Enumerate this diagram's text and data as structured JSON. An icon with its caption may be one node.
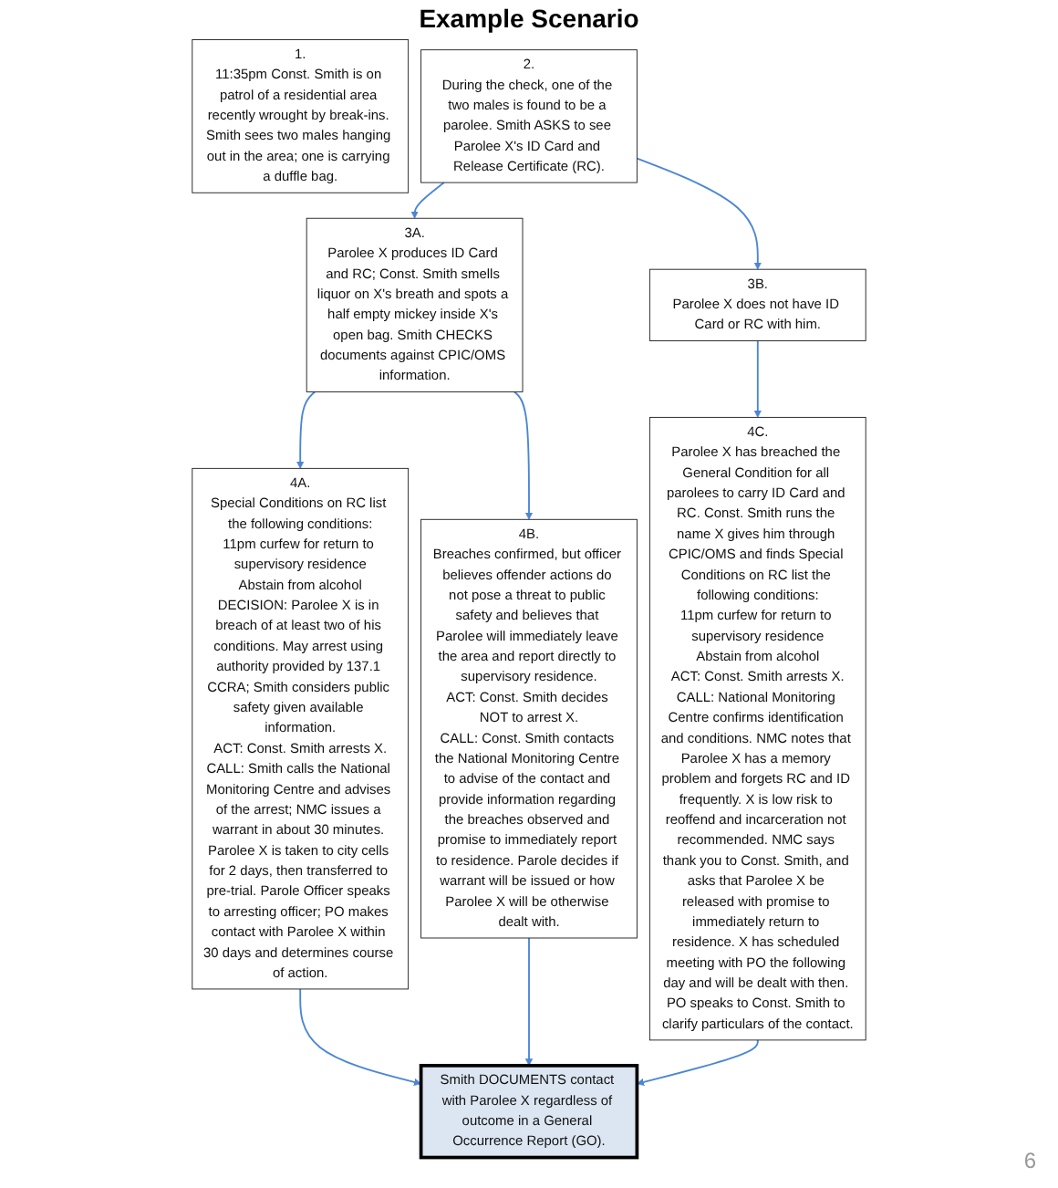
{
  "diagram": {
    "title": "Example Scenario",
    "nodes": [
      {
        "text": [
          "1.",
          "11:35pm Const. Smith is on patrol of a residential area recently wrought by break-ins. Smith sees two males hanging out in the area; one is carrying a duffle bag."
        ]
      },
      {
        "text": [
          "2.",
          "During the check, one of the two males is found to be a parolee. Smith ASKS to see Parolee X's ID Card and Release Certificate (RC)."
        ]
      },
      {
        "text": [
          "3A.",
          "Parolee X produces ID Card and RC; Const. Smith smells liquor on X's breath and spots a half empty mickey inside X's open bag. Smith CHECKS documents against CPIC/OMS information."
        ]
      },
      {
        "text": [
          "3B.",
          "Parolee X does not have ID Card or RC with him."
        ]
      },
      {
        "text": [
          "4A.",
          "Special Conditions on RC list the following conditions:",
          "11pm curfew for return to supervisory residence",
          "Abstain from alcohol",
          "DECISION: Parolee X is in breach of at least two of his conditions. May arrest using authority provided by 137.1 CCRA; Smith considers public safety given available information.",
          "ACT: Const. Smith arrests X.",
          "CALL: Smith calls the National Monitoring Centre and advises of the arrest; NMC issues a warrant in about 30 minutes. Parolee X is taken to city cells for 2 days, then transferred to pre-trial. Parole Officer speaks to arresting officer; PO makes contact with Parolee X within 30 days and determines course of action."
        ]
      },
      {
        "text": [
          "4B.",
          "Breaches confirmed, but officer believes offender actions do not pose a threat to public safety and believes that Parolee will immediately leave the area and report directly to supervisory residence.",
          "ACT: Const. Smith decides NOT to arrest X.",
          "CALL: Const. Smith contacts the National Monitoring Centre to advise of the contact and provide information regarding the breaches observed and promise to immediately report to residence. Parole decides if warrant will be issued or how Parolee X will be otherwise dealt with."
        ]
      },
      {
        "text": [
          "4C.",
          "Parolee X has breached the General Condition for all parolees to carry ID Card and RC. Const. Smith runs the name X gives him through CPIC/OMS and finds Special Conditions on RC list the following conditions:",
          "11pm curfew for return to supervisory residence",
          "Abstain from alcohol",
          "ACT: Const. Smith arrests X.",
          "CALL: National Monitoring Centre confirms identification and conditions. NMC notes that Parolee X has a memory problem and forgets RC and ID frequently. X is low risk to reoffend and incarceration not recommended. NMC says thank you to Const. Smith, and asks that Parolee X be released with promise to immediately return to residence. X has scheduled meeting with PO the following day and will be dealt with then. PO speaks to Const. Smith to clarify particulars of the contact."
        ]
      },
      {
        "text": [
          "Smith DOCUMENTS contact with Parolee X regardless of outcome in a General Occurrence Report (GO)."
        ]
      }
    ],
    "edges": [
      {
        "from": 1,
        "to": 2,
        "arrow": "to"
      },
      {
        "from": 1,
        "to": 3,
        "arrow": "to"
      },
      {
        "from": 2,
        "to": 4,
        "arrow": "to"
      },
      {
        "from": 2,
        "to": 5,
        "arrow": "to"
      },
      {
        "from": 3,
        "to": 6,
        "arrow": "to"
      },
      {
        "from": 4,
        "to": 7,
        "arrow": "to"
      },
      {
        "from": 5,
        "to": 7,
        "arrow": "to"
      },
      {
        "from": 6,
        "to": 7,
        "arrow": "to"
      }
    ],
    "labels": [
      "6"
    ]
  }
}
